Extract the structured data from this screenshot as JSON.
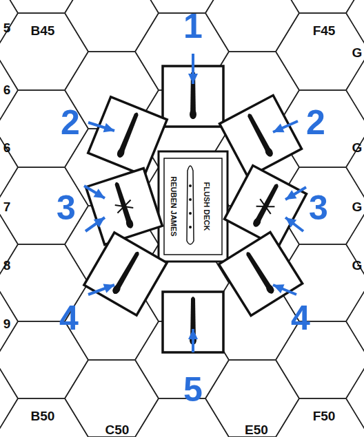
{
  "diagram": {
    "nodes": [
      {
        "text": [
          "FLUSH DECK",
          "REUBEN JAMES"
        ]
      }
    ],
    "labels": [
      "B45",
      "F45",
      "1",
      "2",
      "2",
      "3",
      "3",
      "4",
      "4",
      "5",
      "B50",
      "F50",
      "C50",
      "E50",
      "5",
      "6",
      "6",
      "7",
      "8",
      "9",
      "G",
      "G",
      "G",
      "G"
    ]
  }
}
